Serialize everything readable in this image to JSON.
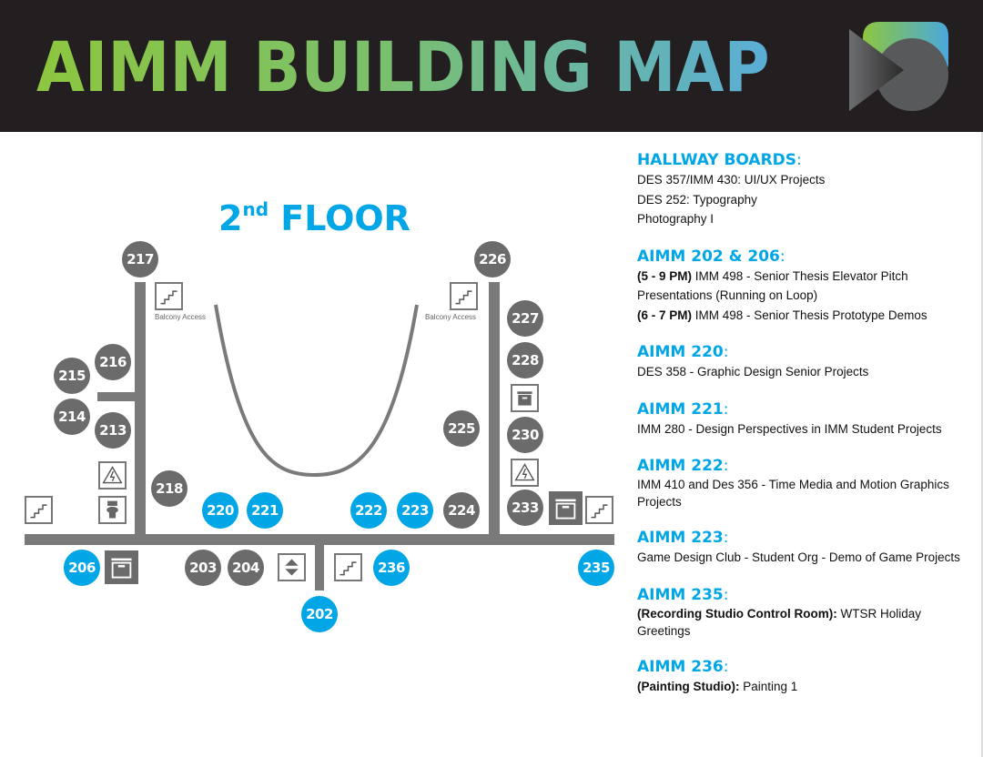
{
  "header": {
    "title": "AIMM BUILDING MAP"
  },
  "map": {
    "floor_label": "FLOOR",
    "floor_number": "2",
    "floor_suffix": "nd",
    "balcony_access": "Balcony Access",
    "rooms": {
      "r217": "217",
      "r226": "226",
      "r216": "216",
      "r215": "215",
      "r214": "214",
      "r213": "213",
      "r218": "218",
      "r220": "220",
      "r221": "221",
      "r222": "222",
      "r223": "223",
      "r224": "224",
      "r225": "225",
      "r227": "227",
      "r228": "228",
      "r230": "230",
      "r233": "233",
      "r206": "206",
      "r203": "203",
      "r204": "204",
      "r236": "236",
      "r235": "235",
      "r202": "202"
    },
    "colors": {
      "highlight": "#00a6e6",
      "room": "#6b6b6b",
      "hallway": "#7a7a7a"
    }
  },
  "info": [
    {
      "title": "HALLWAY BOARDS",
      "lines": [
        "DES 357/IMM 430: UI/UX Projects",
        "DES 252: Typography",
        "Photography I"
      ]
    },
    {
      "title": "AIMM 202 & 206",
      "l1b": "(5 - 9 PM)",
      "l1": " IMM 498 - Senior Thesis Elevator Pitch",
      "l2": "Presentations (Running on Loop)",
      "l3b": "(6 - 7 PM)",
      "l3": " IMM 498 - Senior Thesis Prototype Demos"
    },
    {
      "title": "AIMM 220",
      "l1": "DES 358 - Graphic Design Senior Projects"
    },
    {
      "title": "AIMM 221",
      "l1": "IMM 280 - Design Perspectives in IMM Student Projects"
    },
    {
      "title": "AIMM 222",
      "l1": "IMM 410 and Des 356 - Time Media and Motion Graphics Projects"
    },
    {
      "title": "AIMM 223",
      "l1": "Game Design Club - Student Org - Demo of Game Projects"
    },
    {
      "title": "AIMM 235",
      "l1b": "(Recording Studio Control Room):",
      "l1": " WTSR Holiday Greetings"
    },
    {
      "title": "AIMM 236",
      "l1b": "(Painting Studio):",
      "l1": " Painting 1"
    }
  ],
  "colon": ":"
}
